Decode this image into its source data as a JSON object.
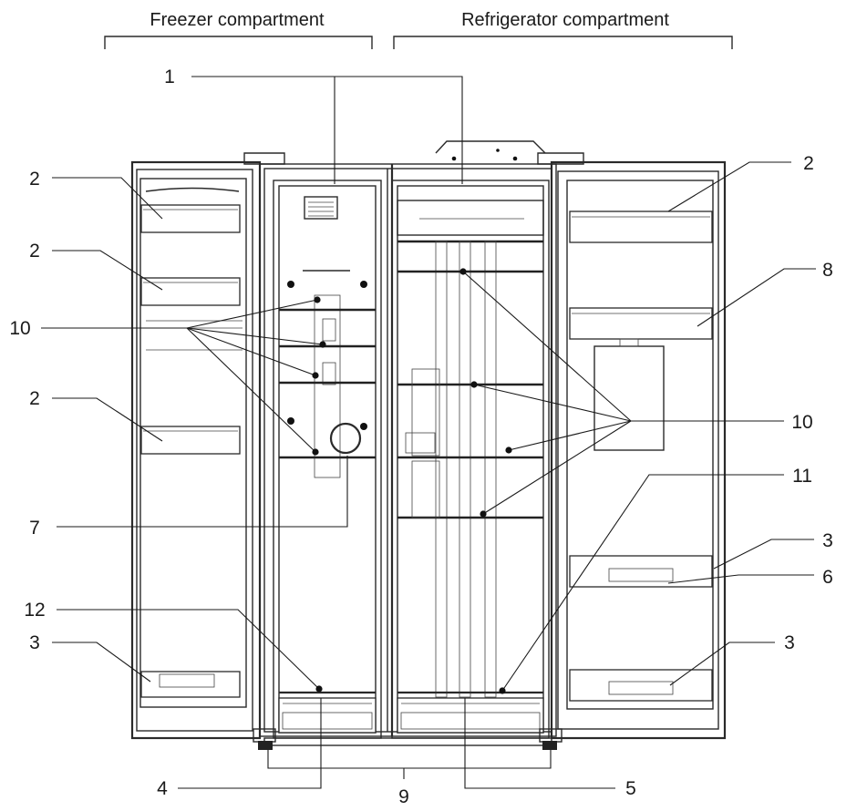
{
  "headers": {
    "freezer": "Freezer compartment",
    "refrigerator": "Refrigerator compartment"
  },
  "callouts": {
    "1": "1",
    "2": "2",
    "3": "3",
    "4": "4",
    "5": "5",
    "6": "6",
    "7": "7",
    "8": "8",
    "9": "9",
    "10": "10",
    "11": "11",
    "12": "12"
  }
}
